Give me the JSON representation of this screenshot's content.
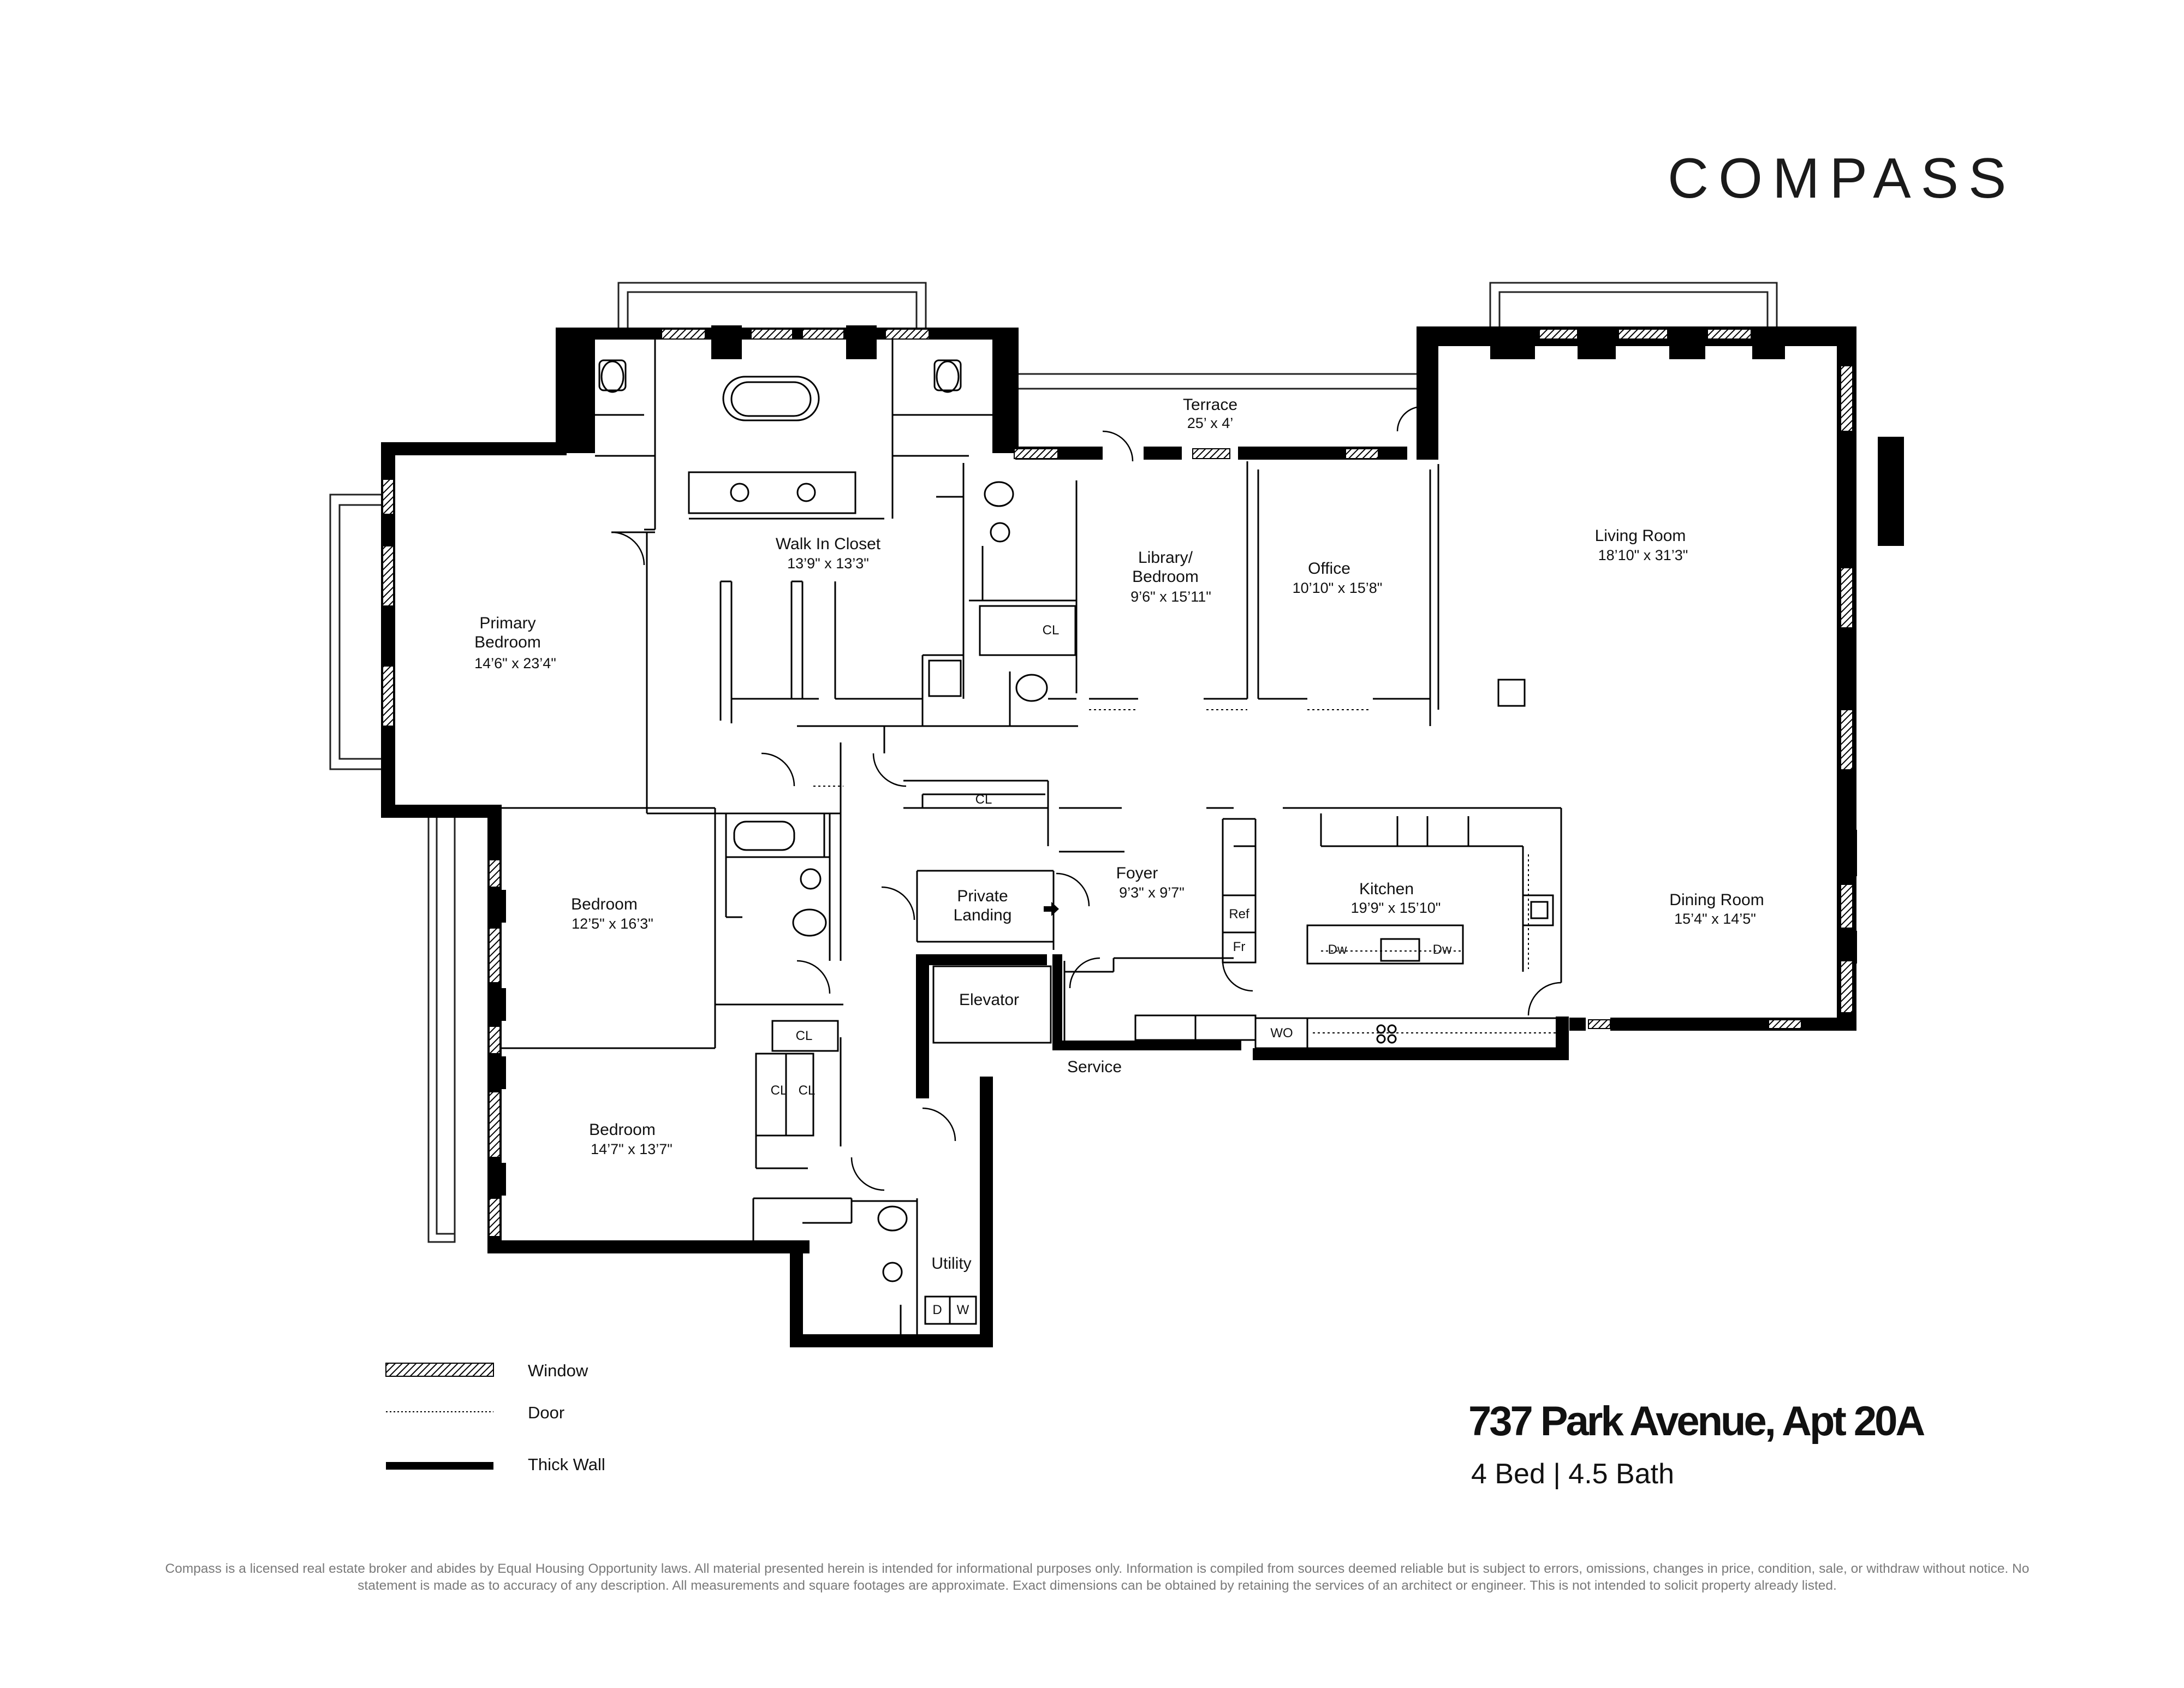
{
  "brand": {
    "logo_text": "COMPASS"
  },
  "rooms": {
    "terrace": {
      "name": "Terrace",
      "dims": "25’ x 4’"
    },
    "walk_in_closet": {
      "name": "Walk In Closet",
      "dims": "13’9\" x 13’3\""
    },
    "library": {
      "name": "Library/\nBedroom",
      "dims": "9’6\" x 15’11\""
    },
    "office": {
      "name": "Office",
      "dims": "10’10\" x 15’8\""
    },
    "living": {
      "name": "Living Room",
      "dims": "18’10\" x 31’3\""
    },
    "primary": {
      "name": "Primary\nBedroom",
      "dims": "14’6\" x 23’4\""
    },
    "bedroom2": {
      "name": "Bedroom",
      "dims": "12’5\" x 16’3\""
    },
    "foyer": {
      "name": "Foyer",
      "dims": "9’3\" x 9’7\""
    },
    "kitchen": {
      "name": "Kitchen",
      "dims": "19’9\" x 15’10\""
    },
    "dining": {
      "name": "Dining Room",
      "dims": "15’4\" x 14’5\""
    },
    "bedroom3": {
      "name": "Bedroom",
      "dims": "14’7\" x 13’7\""
    },
    "private_landing": {
      "name": "Private\nLanding"
    },
    "elevator": {
      "name": "Elevator"
    },
    "service": {
      "name": "Service"
    },
    "utility": {
      "name": "Utility"
    }
  },
  "tags": {
    "cl_library": "CL",
    "cl_hall": "CL",
    "cl_bed": "CL",
    "cl_a": "CL",
    "cl_b": "CL",
    "ref": "Ref",
    "fr": "Fr",
    "dw_left": "Dw",
    "dw_right": "Dw",
    "wo": "WO",
    "dryer": "D",
    "washer": "W"
  },
  "legend": {
    "window": "Window",
    "door": "Door",
    "thick_wall": "Thick Wall"
  },
  "listing": {
    "address": "737 Park Avenue, Apt 20A",
    "summary": "4 Bed | 4.5 Bath"
  },
  "disclaimer": "Compass is a licensed real estate broker and abides by Equal Housing Opportunity laws. All material presented herein is intended for informational purposes only. Information is compiled from sources deemed reliable but is subject to errors, omissions, changes in price, condition, sale, or withdraw without notice. No statement is made as to accuracy of any description. All measurements and square footages are approximate. Exact dimensions can be obtained by retaining the services of an architect or engineer. This is not intended to solicit property already listed."
}
